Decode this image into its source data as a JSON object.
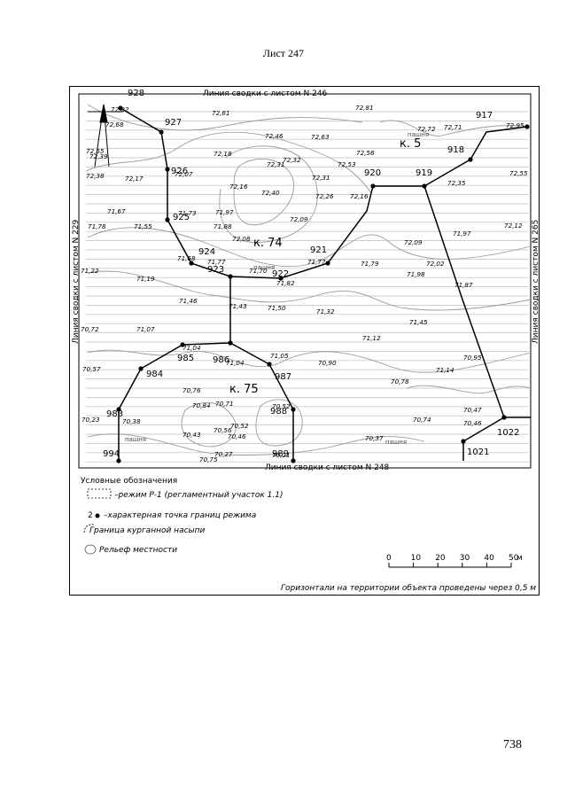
{
  "page": {
    "sheet_title": "Лист 247",
    "page_number": "738"
  },
  "map": {
    "labels": {
      "top": "Линия сводки с листом N 246",
      "bottom": "Линия сводки с листом N 248",
      "left": "Линия сводки с листом N 229",
      "right": "Линия сводки с листом N 265"
    },
    "quarters": [
      "к. 5",
      "к. 74",
      "к. 75"
    ],
    "land_use": [
      "пашня",
      "пашня",
      "пашня",
      "пашня"
    ],
    "elevations": [
      "72,82",
      "72,61",
      "72,81",
      "72,72",
      "72,71",
      "72,95",
      "72,68",
      "72,46",
      "72,63",
      "72,53",
      "72,56",
      "72,55",
      "72,39",
      "72,18",
      "72,31",
      "72,32",
      "72,31",
      "72,38",
      "72,17",
      "72,07",
      "72,16",
      "72,40",
      "72,26",
      "72,16",
      "72,35",
      "72,55",
      "71,67",
      "71,73",
      "71,97",
      "72,09",
      "71,78",
      "71,55",
      "71,88",
      "72,08",
      "72,09",
      "72,12",
      "71,97",
      "71,68",
      "71,77",
      "71,70",
      "71,82",
      "71,77",
      "71,79",
      "71,98",
      "72,02",
      "71,22",
      "71,19",
      "71,87",
      "71,46",
      "71,43",
      "71,50",
      "71,32",
      "71,45",
      "70,72",
      "71,07",
      "71,12",
      "71,04",
      "71,04",
      "71,05",
      "70,90",
      "70,95",
      "70,57",
      "70,78",
      "71,14",
      "70,76",
      "70,84",
      "70,71",
      "70,52",
      "70,23",
      "70,38",
      "70,43",
      "70,56",
      "70,52",
      "70,46",
      "70,37",
      "70,74",
      "70,47",
      "70,27",
      "70,21",
      "70,46",
      "70,75"
    ],
    "points": [
      "917",
      "918",
      "919",
      "920",
      "921",
      "922",
      "923",
      "924",
      "925",
      "926",
      "927",
      "928",
      "983",
      "984",
      "985",
      "986",
      "987",
      "988",
      "989",
      "994",
      "1021",
      "1022"
    ],
    "legend": {
      "title": "Условные обозначения",
      "items": [
        {
          "text": "–режим Р-1 (регламентный участок 1.1)"
        },
        {
          "prefix": "2",
          "text": "–характерная точка границ режима"
        },
        {
          "text": "Граница курганной насыпи"
        },
        {
          "text": "Рельеф местности"
        }
      ],
      "scale_ticks": [
        "0",
        "10",
        "20",
        "30",
        "40",
        "50"
      ],
      "scale_unit": "м",
      "note": "Горизонтали на территории объекта проведены через 0,5 м"
    }
  }
}
